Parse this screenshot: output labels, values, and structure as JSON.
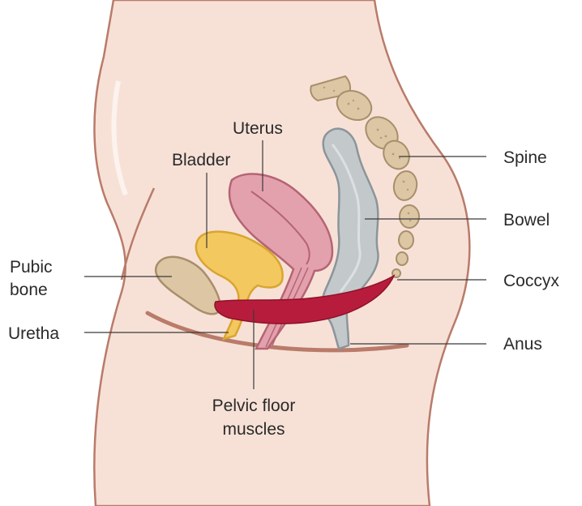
{
  "labels": {
    "uterus": "Uterus",
    "bladder": "Bladder",
    "pubic_bone_1": "Pubic",
    "pubic_bone_2": "bone",
    "uretha": "Uretha",
    "spine": "Spine",
    "bowel": "Bowel",
    "coccyx": "Coccyx",
    "anus": "Anus",
    "pelvic_floor_1": "Pelvic floor",
    "pelvic_floor_2": "muscles"
  },
  "colors": {
    "skin": "#f7e1d7",
    "skin_outline": "#b97b6a",
    "bladder": "#f3c85f",
    "bladder_outline": "#d9a530",
    "uterus": "#e3a1ad",
    "uterus_outline": "#b56474",
    "muscle": "#b81c3c",
    "bone": "#dcc6a4",
    "bone_outline": "#a88f6c",
    "bowel": "#c3c8cb",
    "bowel_outline": "#8b959a"
  }
}
